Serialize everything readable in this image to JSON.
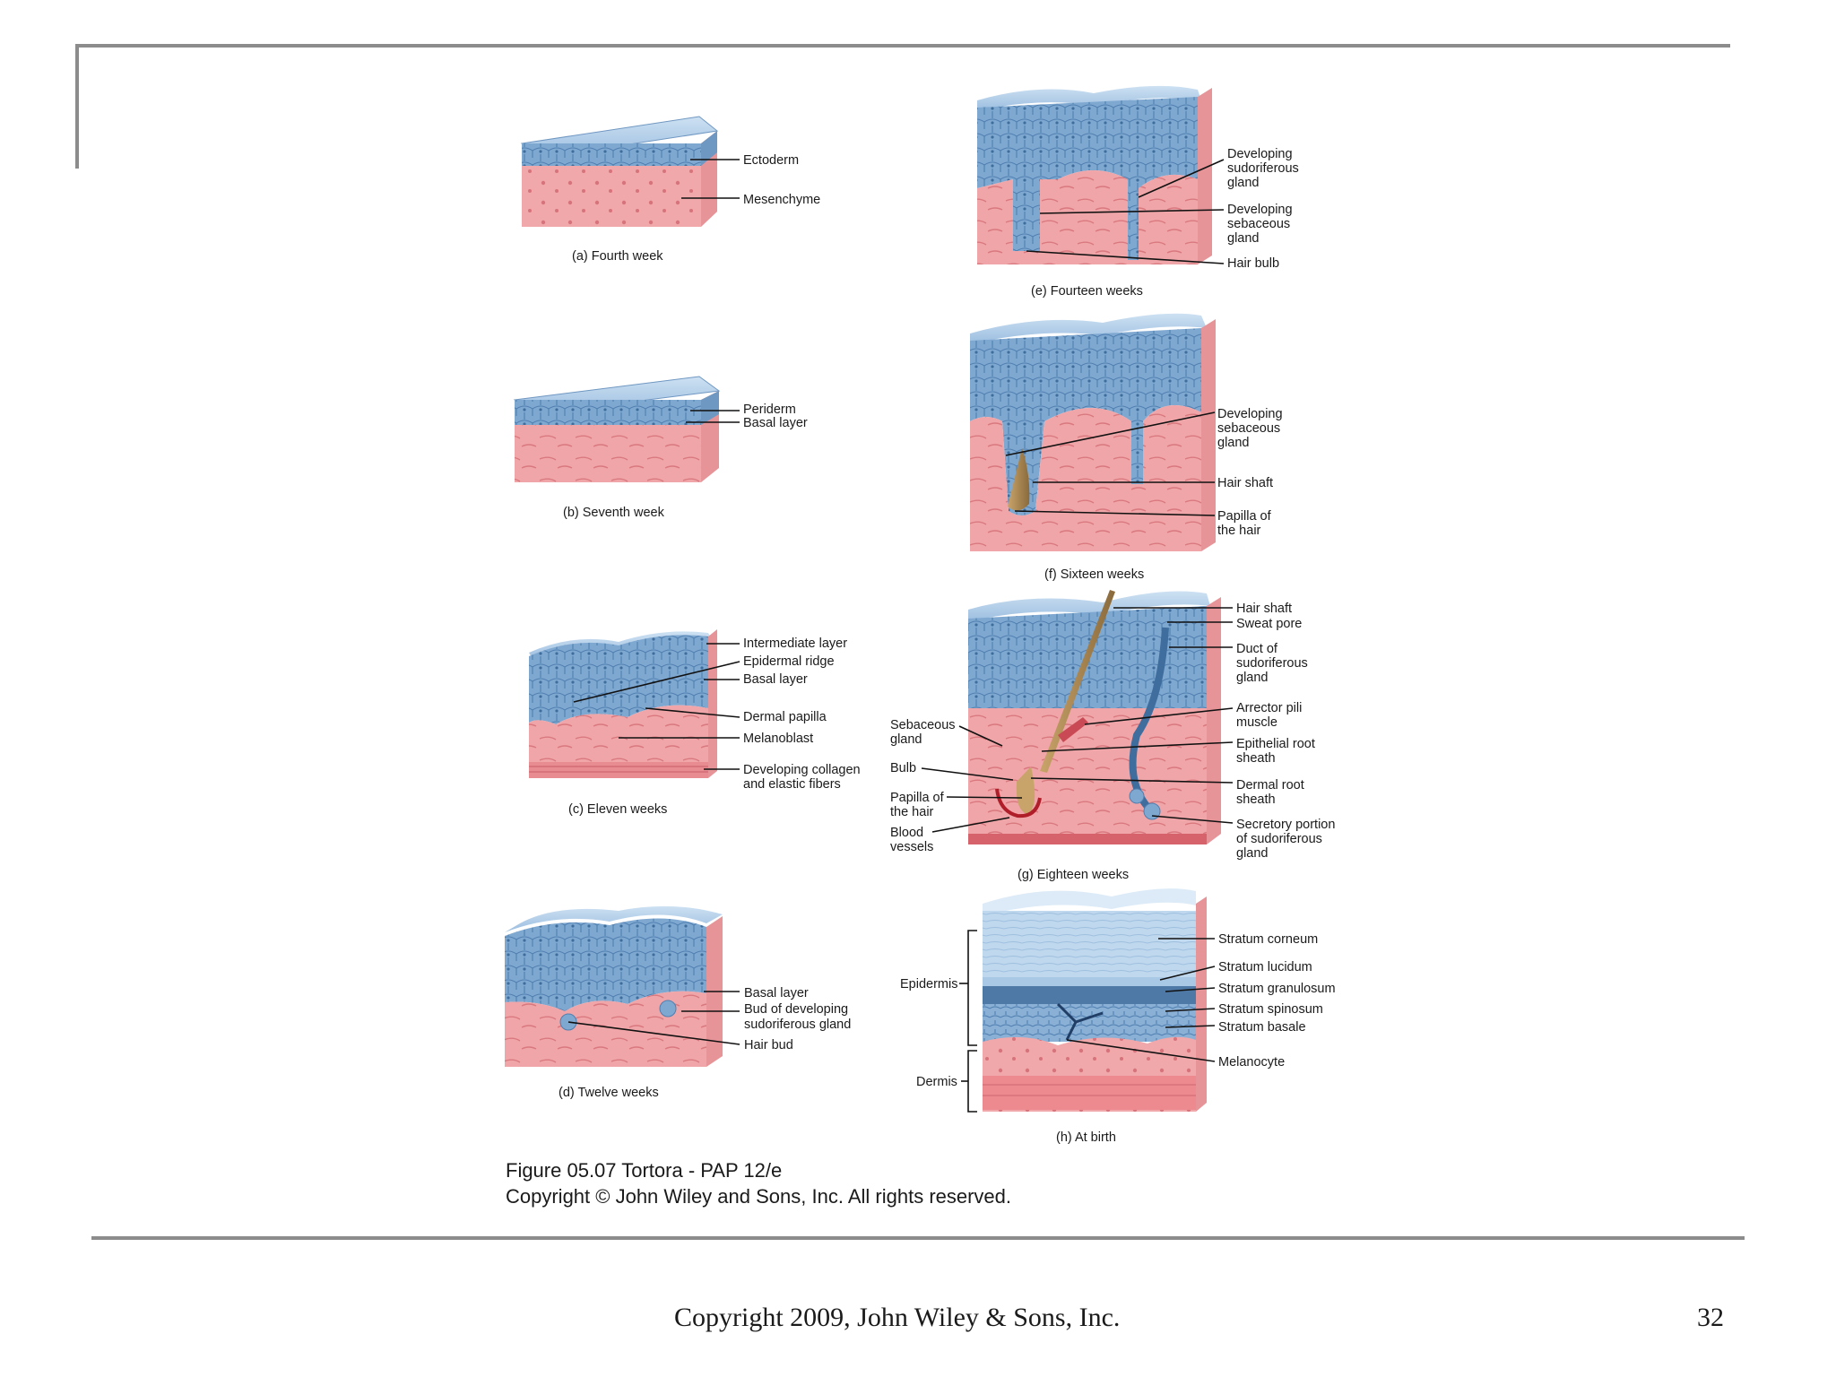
{
  "figure_credit": {
    "line1": "Figure 05.07  Tortora - PAP 12/e",
    "line2": "Copyright © John Wiley and Sons, Inc. All rights reserved."
  },
  "footer": {
    "copyright": "Copyright 2009, John Wiley & Sons, Inc.",
    "page_number": "32"
  },
  "colors": {
    "epidermis": "#7ea6cf",
    "epidermis_top": "#b8d3ea",
    "dermis": "#efa3a6",
    "dermis_dark": "#d66f76",
    "rule": "#8c8c8c"
  },
  "panels": {
    "a": {
      "caption": "(a)  Fourth week",
      "labels": [
        "Ectoderm",
        "Mesenchyme"
      ]
    },
    "b": {
      "caption": "(b)  Seventh week",
      "labels": [
        "Periderm",
        "Basal layer"
      ]
    },
    "c": {
      "caption": "(c)  Eleven weeks",
      "labels": [
        "Intermediate layer",
        "Epidermal ridge",
        "Basal layer",
        "Dermal papilla",
        "Melanoblast",
        "Developing collagen",
        "and elastic fibers"
      ]
    },
    "d": {
      "caption": "(d)  Twelve weeks",
      "labels": [
        "Basal layer",
        "Bud of developing",
        "sudoriferous gland",
        "Hair bud"
      ]
    },
    "e": {
      "caption": "(e)  Fourteen weeks",
      "labels": [
        "Developing",
        "sudoriferous",
        "gland",
        "Developing",
        "sebaceous",
        "gland",
        "Hair bulb"
      ]
    },
    "f": {
      "caption": "(f)  Sixteen weeks",
      "labels": [
        "Developing",
        "sebaceous",
        "gland",
        "Hair shaft",
        "Papilla of",
        "the hair"
      ]
    },
    "g": {
      "caption": "(g)  Eighteen weeks",
      "right_labels": [
        "Hair shaft",
        "Sweat pore",
        "Duct of",
        "sudoriferous",
        "gland",
        "Arrector pili",
        "muscle",
        "Epithelial root",
        "sheath",
        "Dermal root",
        "sheath",
        "Secretory portion",
        "of sudoriferous",
        "gland"
      ],
      "left_labels": [
        "Sebaceous",
        "gland",
        "Bulb",
        "Papilla of",
        "the hair",
        "Blood",
        "vessels"
      ]
    },
    "h": {
      "caption": "(h)  At birth",
      "right_labels": [
        "Stratum corneum",
        "Stratum lucidum",
        "Stratum granulosum",
        "Stratum spinosum",
        "Stratum basale",
        "Melanocyte"
      ],
      "left_labels": [
        "Epidermis",
        "Dermis"
      ]
    }
  }
}
